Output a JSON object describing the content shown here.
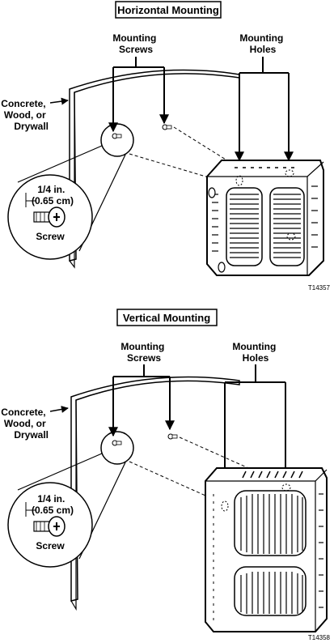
{
  "panels": [
    {
      "id": "horizontal",
      "title": "Horizontal Mounting",
      "screws_label": [
        "Mounting",
        "Screws"
      ],
      "holes_label": [
        "Mounting",
        "Holes"
      ],
      "wall_label": [
        "Concrete,",
        "Wood, or",
        "Drywall"
      ],
      "size_label": [
        "1/4 in.",
        "(0.65 cm)"
      ],
      "screw_label": "Screw",
      "figure_id": "T14357"
    },
    {
      "id": "vertical",
      "title": "Vertical Mounting",
      "screws_label": [
        "Mounting",
        "Screws"
      ],
      "holes_label": [
        "Mounting",
        "Holes"
      ],
      "wall_label": [
        "Concrete,",
        "Wood, or",
        "Drywall"
      ],
      "size_label": [
        "1/4 in.",
        "(0.65 cm)"
      ],
      "screw_label": "Screw",
      "figure_id": "T14358"
    }
  ]
}
